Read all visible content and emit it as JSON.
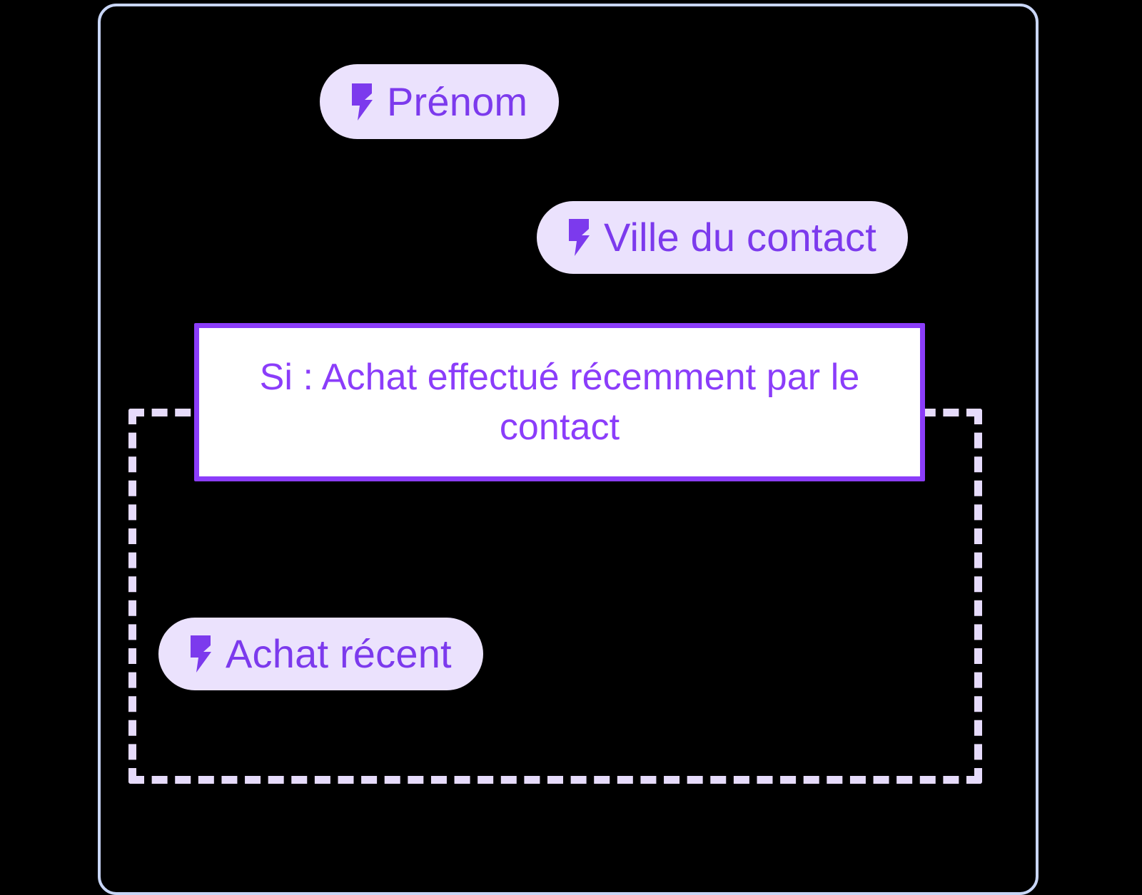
{
  "canvas": {
    "background_color": "#000000",
    "frame": {
      "name": "workflow-frame",
      "border_color": "#C9D6F7"
    },
    "group": {
      "name": "conditional-branch-group",
      "border_color": "#E6DBFB",
      "border_style": "dashed"
    }
  },
  "theme": {
    "accent_purple": "#7C3AED",
    "strong_purple": "#8B3DFA",
    "pill_background": "#EBE2FD",
    "card_background": "#FFFFFF",
    "frame_blue": "#C9D6F7",
    "dash_lavender": "#E6DBFB"
  },
  "nodes": {
    "tokens": [
      {
        "id": "prenom",
        "icon": "lightning-bolt-icon",
        "label": "Prénom"
      },
      {
        "id": "ville-du-contact",
        "icon": "lightning-bolt-icon",
        "label": "Ville du contact"
      },
      {
        "id": "achat-recent",
        "icon": "lightning-bolt-icon",
        "label": "Achat récent"
      }
    ],
    "condition": {
      "id": "condition-achat-recent",
      "text": "Si : Achat effectué récemment par le contact"
    }
  }
}
